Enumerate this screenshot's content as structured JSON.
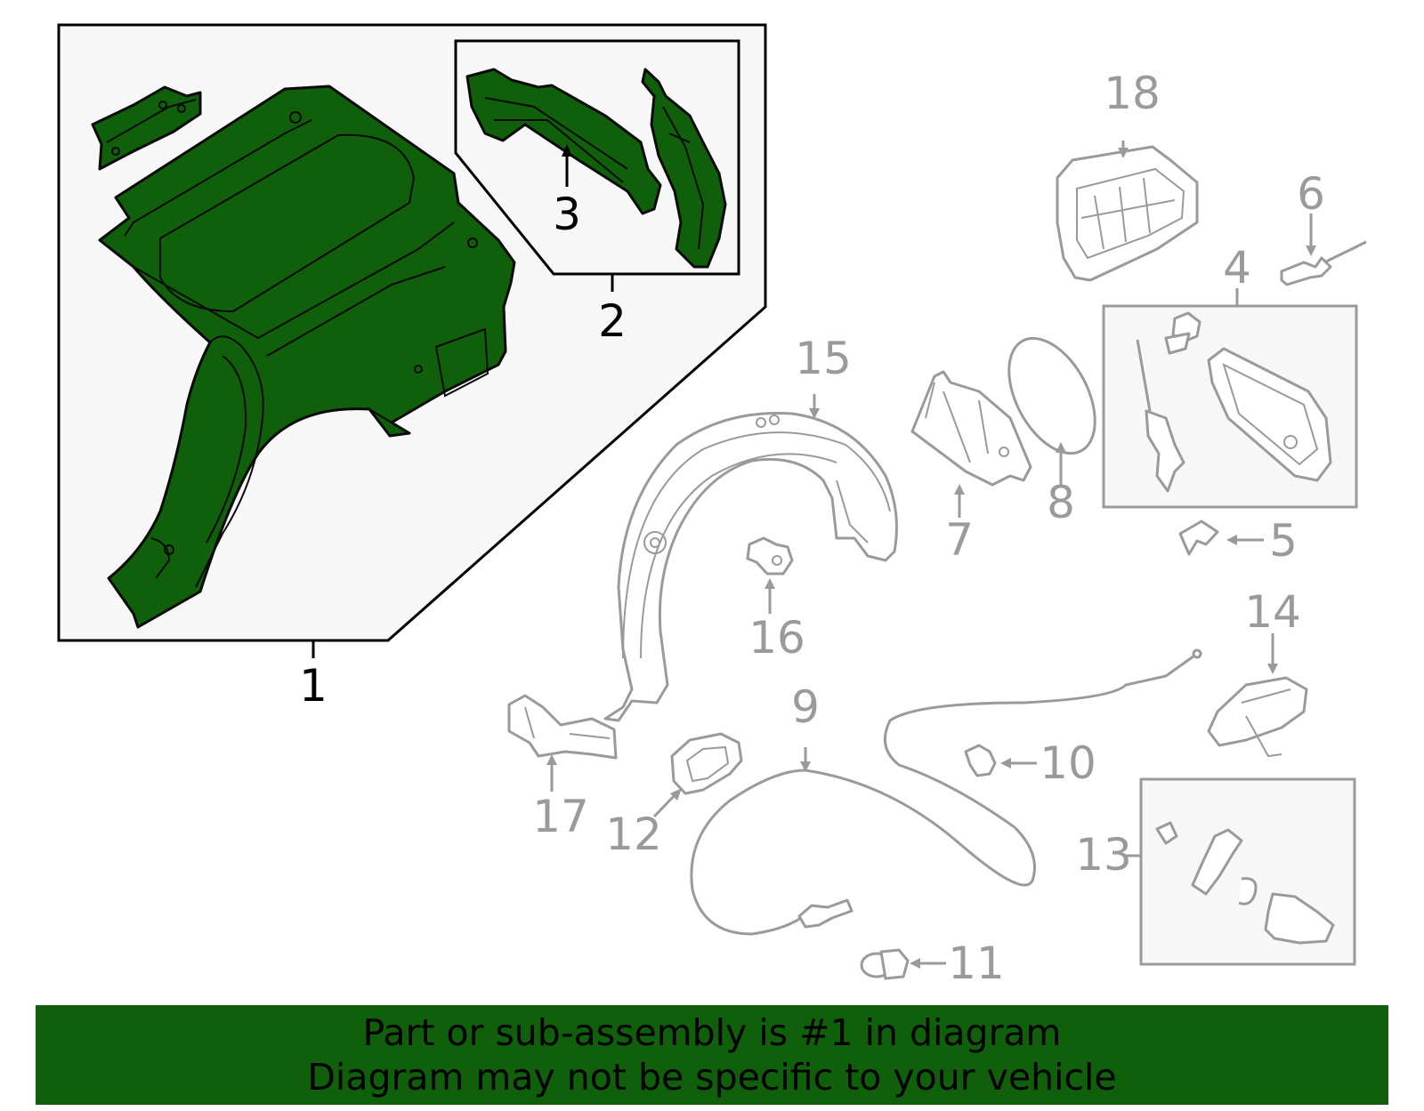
{
  "colors": {
    "highlight_green": "#0f5f0b",
    "banner_green": "#0f5f0b",
    "highlight_text": "#000000",
    "other_parts_gray": "#9a9a9a",
    "box_fill": "#f7f7f7"
  },
  "callouts": [
    {
      "id": "1",
      "label": "1"
    },
    {
      "id": "2",
      "label": "2"
    },
    {
      "id": "3",
      "label": "3"
    },
    {
      "id": "4",
      "label": "4"
    },
    {
      "id": "5",
      "label": "5"
    },
    {
      "id": "6",
      "label": "6"
    },
    {
      "id": "7",
      "label": "7"
    },
    {
      "id": "8",
      "label": "8"
    },
    {
      "id": "9",
      "label": "9"
    },
    {
      "id": "10",
      "label": "10"
    },
    {
      "id": "11",
      "label": "11"
    },
    {
      "id": "12",
      "label": "12"
    },
    {
      "id": "13",
      "label": "13"
    },
    {
      "id": "14",
      "label": "14"
    },
    {
      "id": "15",
      "label": "15"
    },
    {
      "id": "16",
      "label": "16"
    },
    {
      "id": "17",
      "label": "17"
    },
    {
      "id": "18",
      "label": "18"
    }
  ],
  "banner": {
    "line1": "Part or sub-assembly is #1 in diagram",
    "line2": "Diagram may not be specific to your vehicle"
  }
}
